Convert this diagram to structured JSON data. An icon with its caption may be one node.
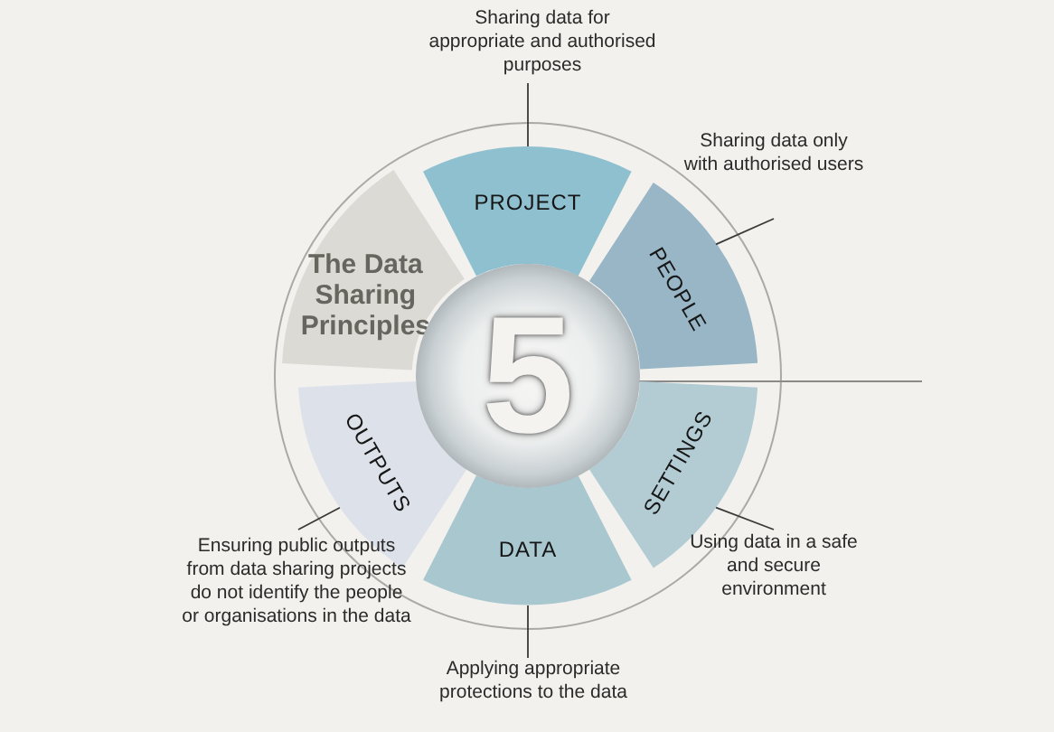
{
  "diagram": {
    "nodes": [
      {
        "text": [
          "The Data Sharing Principles"
        ]
      },
      {
        "text": [
          "5"
        ]
      },
      {
        "text": [
          "PROJECT"
        ]
      },
      {
        "text": [
          "PEOPLE"
        ]
      },
      {
        "text": [
          "SETTINGS"
        ]
      },
      {
        "text": [
          "DATA"
        ]
      },
      {
        "text": [
          "OUTPUTS"
        ]
      },
      {
        "text": [
          "Sharing data for appropriate and authorised purposes"
        ]
      },
      {
        "text": [
          "Sharing data only with authorised users"
        ]
      },
      {
        "text": [
          "Using data in a safe and secure environment"
        ]
      },
      {
        "text": [
          "Applying appropriate protections to the data"
        ]
      },
      {
        "text": [
          "Ensuring public outputs from data sharing projects do not identify the people or organisations in the data"
        ]
      }
    ],
    "edges": [
      {
        "from": 7,
        "to": 2,
        "arrow": "none"
      },
      {
        "from": 8,
        "to": 3,
        "arrow": "none"
      },
      {
        "from": 9,
        "to": 4,
        "arrow": "none"
      },
      {
        "from": 10,
        "to": 5,
        "arrow": "none"
      },
      {
        "from": 11,
        "to": 6,
        "arrow": "none"
      }
    ]
  }
}
